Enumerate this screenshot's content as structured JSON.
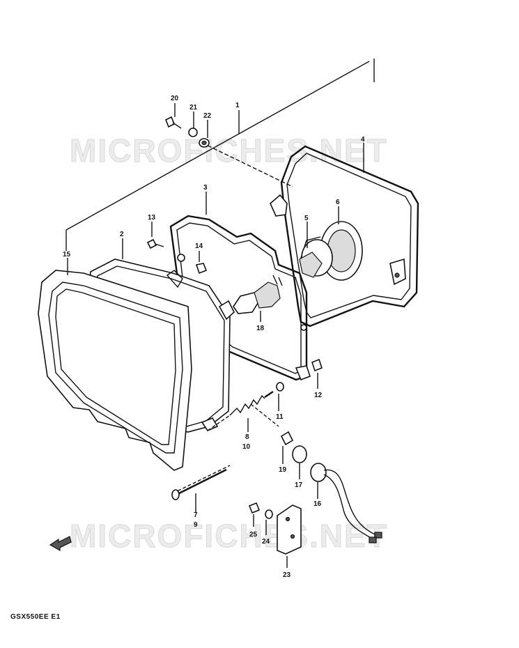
{
  "watermark": {
    "text": "MICROFICHES.NET"
  },
  "model_code": "GSX550EE E1",
  "callouts": {
    "c1": "1",
    "c2": "2",
    "c3": "3",
    "c4": "4",
    "c5": "5",
    "c6": "6",
    "c7": "7",
    "c8": "8",
    "c9": "9",
    "c10": "10",
    "c11": "11",
    "c12": "12",
    "c13": "13",
    "c14": "14",
    "c15": "15",
    "c16": "16",
    "c17": "17",
    "c18": "18",
    "c19": "19",
    "c20": "20",
    "c21": "21",
    "c22": "22",
    "c23": "23",
    "c24": "24",
    "c25": "25"
  }
}
